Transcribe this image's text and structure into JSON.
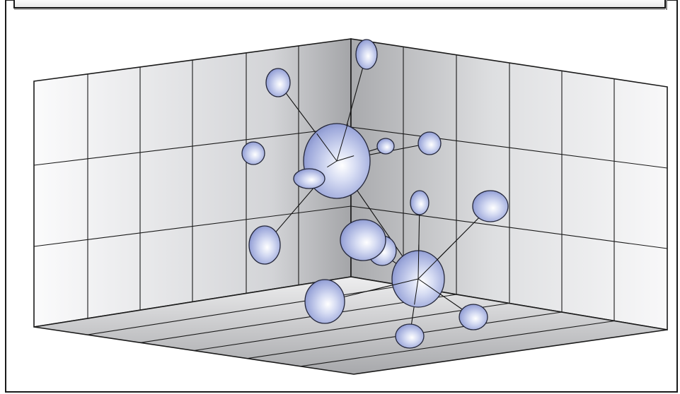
{
  "colors": {
    "background": "#ffffff",
    "frame_stroke": "#1a1a1a",
    "header_fill": "#f4f4f4",
    "grid_line": "#1a1a1a",
    "wall_light": "#f7f7f8",
    "wall_dark": "#9c9da0",
    "sphere_highlight": "#ffffff",
    "sphere_mid": "#b9c2e6",
    "sphere_edge": "#7f8cc6",
    "sphere_stroke": "#23263a",
    "connector": "#111111"
  },
  "diagram": {
    "description_text": "",
    "spheres": [
      {
        "id": "hub-a",
        "role": "hub"
      },
      {
        "id": "hub-b",
        "role": "hub"
      },
      {
        "id": "node-1",
        "role": "node"
      },
      {
        "id": "node-2",
        "role": "node"
      },
      {
        "id": "node-3",
        "role": "node"
      },
      {
        "id": "node-4",
        "role": "node"
      },
      {
        "id": "node-5",
        "role": "node"
      },
      {
        "id": "node-6",
        "role": "node"
      },
      {
        "id": "node-7",
        "role": "node"
      },
      {
        "id": "node-8",
        "role": "node"
      },
      {
        "id": "node-9",
        "role": "node"
      },
      {
        "id": "node-10",
        "role": "node"
      },
      {
        "id": "node-11",
        "role": "node"
      },
      {
        "id": "node-12",
        "role": "node"
      },
      {
        "id": "node-13",
        "role": "node"
      },
      {
        "id": "node-14",
        "role": "node"
      }
    ]
  }
}
